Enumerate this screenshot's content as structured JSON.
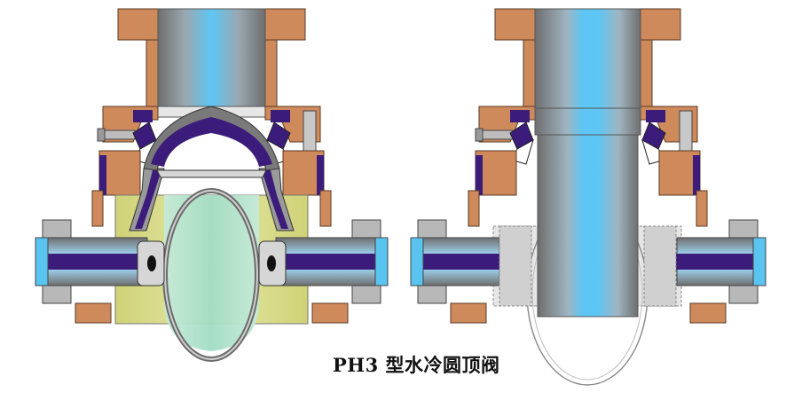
{
  "caption": "PH3 型水冷圆顶阀",
  "colors": {
    "flange": "#cf8a5c",
    "flange_stroke": "#5a3a24",
    "seal": "#3b1c7a",
    "steel_dark": "#707070",
    "steel_light": "#c8c8c8",
    "pipe_blue": "#57c3f2",
    "cooling_blue": "#a8d8f0",
    "body_yellow": "#d9dc86",
    "material_green": "#a9e0c7"
  },
  "views": [
    {
      "state": "closed",
      "dome_icon": "dome-icon"
    },
    {
      "state": "open",
      "dome_icon": "dome-outline-icon"
    }
  ]
}
